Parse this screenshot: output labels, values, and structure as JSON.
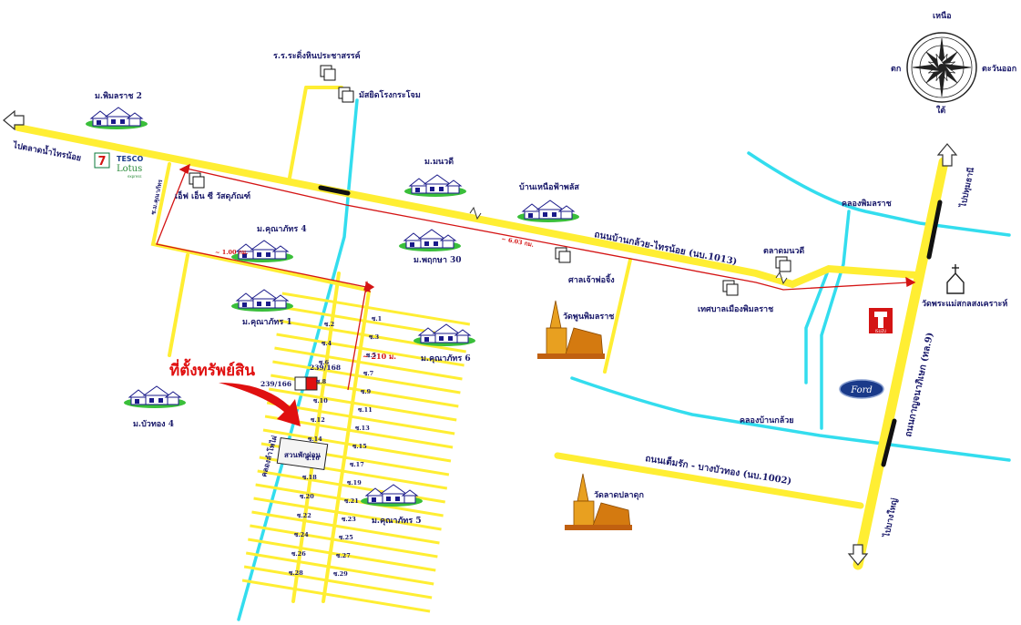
{
  "compass": {
    "north": "เหนือ",
    "south": "ใต้",
    "east": "ตะวันออก",
    "west": "ตก"
  },
  "labels": {
    "to_pak_kret": "ไปตลาดน้ำไทรน้อย",
    "moo_phimolrat2": "ม.พิมลราช 2",
    "tesco": "TESCO",
    "lotus": "Lotus",
    "express": "express",
    "school": "ร.ร.ระดิ่งหินประชาสรรค์",
    "mosque": "มัสยิดโรงกระโจม",
    "fn_shop": "เอ็ฟ เอ็น ซี วัสดุภัณฑ์",
    "soi_kunapat": "ซ.ม.คุณาภัทร",
    "moo_manwadee": "ม.มนวดี",
    "ban_fai": "บ้านเหนือฟ้าพลัส",
    "kunapat4": "ม.คุณาภัทร 4",
    "dist_1km": "~ 1.00 กม.",
    "dist_6km": "~ 6.03 กม.",
    "pruksa30": "ม.พฤกษา 30",
    "main_road": "ถนนบ้านกล้วย-ไทรน้อย (นบ.1013)",
    "shrine": "ศาลเจ้าพ่อจิ้ง",
    "market_manwadee": "ตลาดมนวดี",
    "klong_phimolrat": "คลองพิมลราช",
    "municipality": "เทศบาลเมืองพิมลราช",
    "wat_phimolrat": "วัดพูนพิมลราช",
    "kunapat1": "ม.คุณาภัทร 1",
    "kunapat6": "ม.คุณาภัทร 6",
    "kunapat5": "ม.คุณาภัทร 5",
    "buathong4": "ม.บัวทอง 4",
    "property": "ที่ตั้งทรัพย์สิน",
    "plot1": "239/168",
    "plot2": "239/166",
    "dist_210": "~ 210 ม.",
    "park": "สวนพักผ่อน",
    "klong_latyai": "คลองลำโพไผ่",
    "klong_bankluay": "คลองบ้านกล้วย",
    "road_1002": "ถนนเต็มรัก - บางบัวทอง (นบ.1002)",
    "wat_latpladuk": "วัดลาดปลาดุก",
    "church": "วัดพระแม่สกลสงเคราะห์",
    "to_pathum": "ไปปทุมธานี",
    "to_nonthaburi": "ไปบางใหญ่",
    "kanchana": "ถนนกาญจนาภิเษก (ทล.9)",
    "ford": "Ford",
    "isuzu": "ISUZU"
  },
  "soi": {
    "left": [
      "ซ.2",
      "ซ.4",
      "ซ.6",
      "ซ.8",
      "ซ.10",
      "ซ.12",
      "ซ.14",
      "ซ.16",
      "ซ.18",
      "ซ.20",
      "ซ.22",
      "ซ.24",
      "ซ.26",
      "ซ.28"
    ],
    "right": [
      "ซ.1",
      "ซ.3",
      "ซ.5",
      "ซ.7",
      "ซ.9",
      "ซ.11",
      "ซ.13",
      "ซ.15",
      "ซ.17",
      "ซ.19",
      "ซ.21",
      "ซ.23",
      "ซ.25",
      "ซ.27",
      "ซ.29"
    ]
  },
  "colors": {
    "road": "#ffee33",
    "canal": "#33ddee",
    "route": "#d41414",
    "highway": "#ffee00"
  }
}
